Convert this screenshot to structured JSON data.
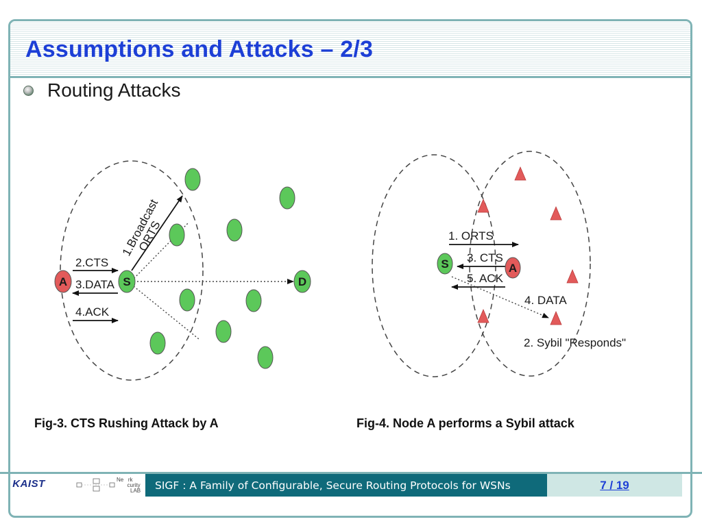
{
  "title": "Assumptions and Attacks – 2/3",
  "bullet": "Routing Attacks",
  "fig3": {
    "caption": "Fig-3. CTS Rushing Attack by A",
    "node_a": "A",
    "node_s": "S",
    "node_d": "D",
    "label_broadcast_1": "1.Broadcast",
    "label_broadcast_2": "ORTS",
    "label_cts": "2.CTS",
    "label_data": "3.DATA",
    "label_ack": "4.ACK"
  },
  "fig4": {
    "caption": "Fig-4. Node A performs a Sybil attack",
    "node_s": "S",
    "node_a": "A",
    "label_orts": "1. ORTS",
    "label_cts": "3. CTS",
    "label_ack": "5. ACK",
    "label_data": "4. DATA",
    "label_sybil": "2. Sybil \"Responds\""
  },
  "footer": {
    "logo_kaist": "KAIST",
    "logo_lab": "Ne   rk\n       curity\n         LAB",
    "text": "SIGF : A Family of Configurable, Secure Routing Protocols for WSNs",
    "page": "7 / 19"
  },
  "colors": {
    "title": "#1d3fd6",
    "frame": "#7fb3b5",
    "footer_band": "#0f6a7a",
    "page_box": "#cfe7e4",
    "node_green": "#5cc85a",
    "node_red": "#e25a5a"
  }
}
